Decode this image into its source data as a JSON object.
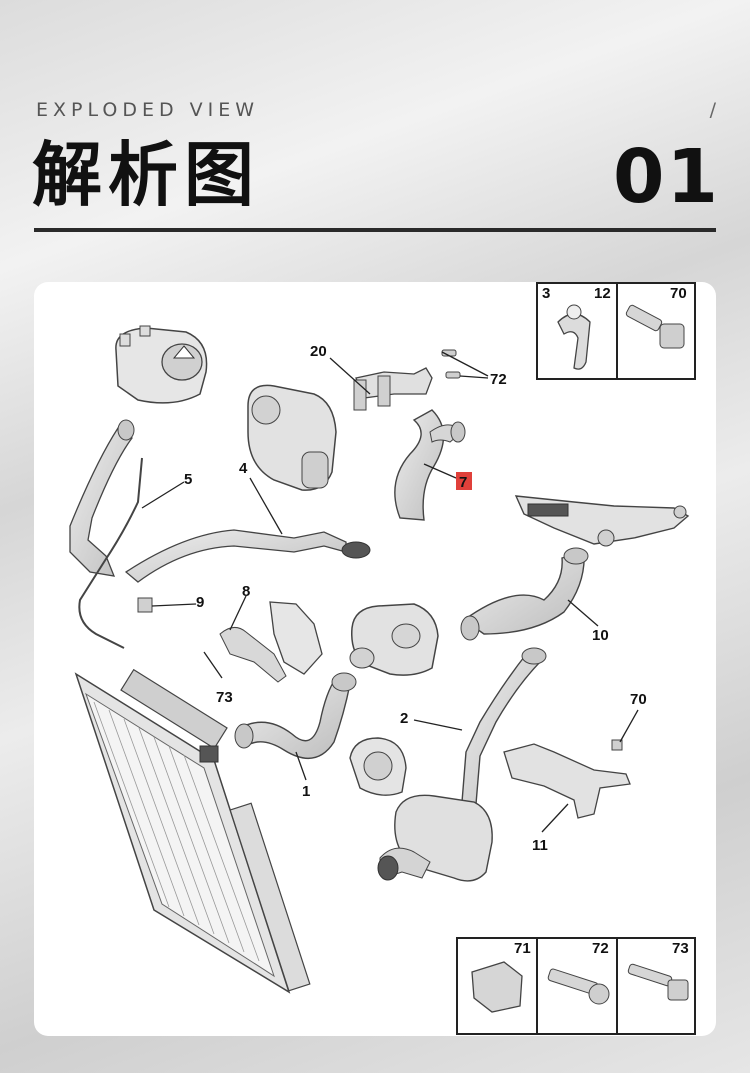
{
  "header": {
    "subtitle": "EXPLODED VIEW",
    "slash": "/",
    "title": "解析图",
    "number": "01"
  },
  "callouts": {
    "c1": "1",
    "c2": "2",
    "c4": "4",
    "c5": "5",
    "c7": "7",
    "c8": "8",
    "c9": "9",
    "c10": "10",
    "c11": "11",
    "c20": "20",
    "c70": "70",
    "c72": "72",
    "c73": "73"
  },
  "legend_top": {
    "l3": "3",
    "l12": "12",
    "l70": "70"
  },
  "legend_bottom": {
    "l71": "71",
    "l72": "72",
    "l73": "73"
  },
  "colors": {
    "highlight": "#e0403a",
    "rule": "#2a2a2a",
    "part_fill": "#d9d9d9",
    "part_stroke": "#444444"
  }
}
